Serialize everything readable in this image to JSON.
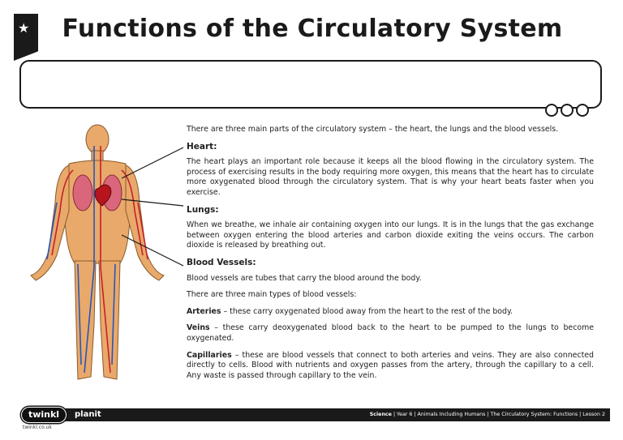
{
  "header": {
    "title": "Functions of the Circulatory System",
    "badge_icon": "star-icon"
  },
  "intro": "There are three main parts of the circulatory system – the heart, the lungs and the blood vessels.",
  "heart": {
    "heading": "Heart:",
    "text": "The heart plays an important role because it keeps all the blood flowing in the circulatory system. The process of exercising results in the body requiring more oxygen, this means that the heart has to circulate more oxygenated blood through the circulatory system. That is why your heart beats faster when you exercise."
  },
  "lungs": {
    "heading": "Lungs:",
    "text": "When we breathe, we inhale air containing oxygen into our lungs. It is in the lungs that the gas exchange between oxygen entering the blood arteries and carbon dioxide exiting the veins occurs. The carbon dioxide is released by breathing out."
  },
  "vessels": {
    "heading": "Blood Vessels:",
    "text": "Blood vessels are tubes that carry the blood around the body.",
    "types_intro": "There are three main types of blood vessels:",
    "arteries_label": "Arteries",
    "arteries_text": " – these carry oxygenated blood away from the heart to the rest of the body.",
    "veins_label": "Veins",
    "veins_text": " – these carry deoxygenated blood back to the heart to be pumped to the lungs to become oxygenated.",
    "capillaries_label": "Capillaries",
    "capillaries_text": " – these are blood vessels that connect to both arteries and veins. They are also connected directly to cells. Blood with nutrients and oxygen passes from the artery, through the capillary to a cell.  Any waste is passed through capillary to the vein."
  },
  "footer": {
    "logo_text": "twinkl",
    "brand_text": "planit",
    "url": "twinkl.co.uk",
    "subject": "Science",
    "breadcrumb": " | Year 6 | Animals Including Humans | The Circulatory System: Functions | Lesson 2"
  },
  "colors": {
    "accent": "#1a1a1a",
    "skin": "#e8a96b",
    "artery": "#c8202a",
    "vein": "#2a55b8"
  }
}
